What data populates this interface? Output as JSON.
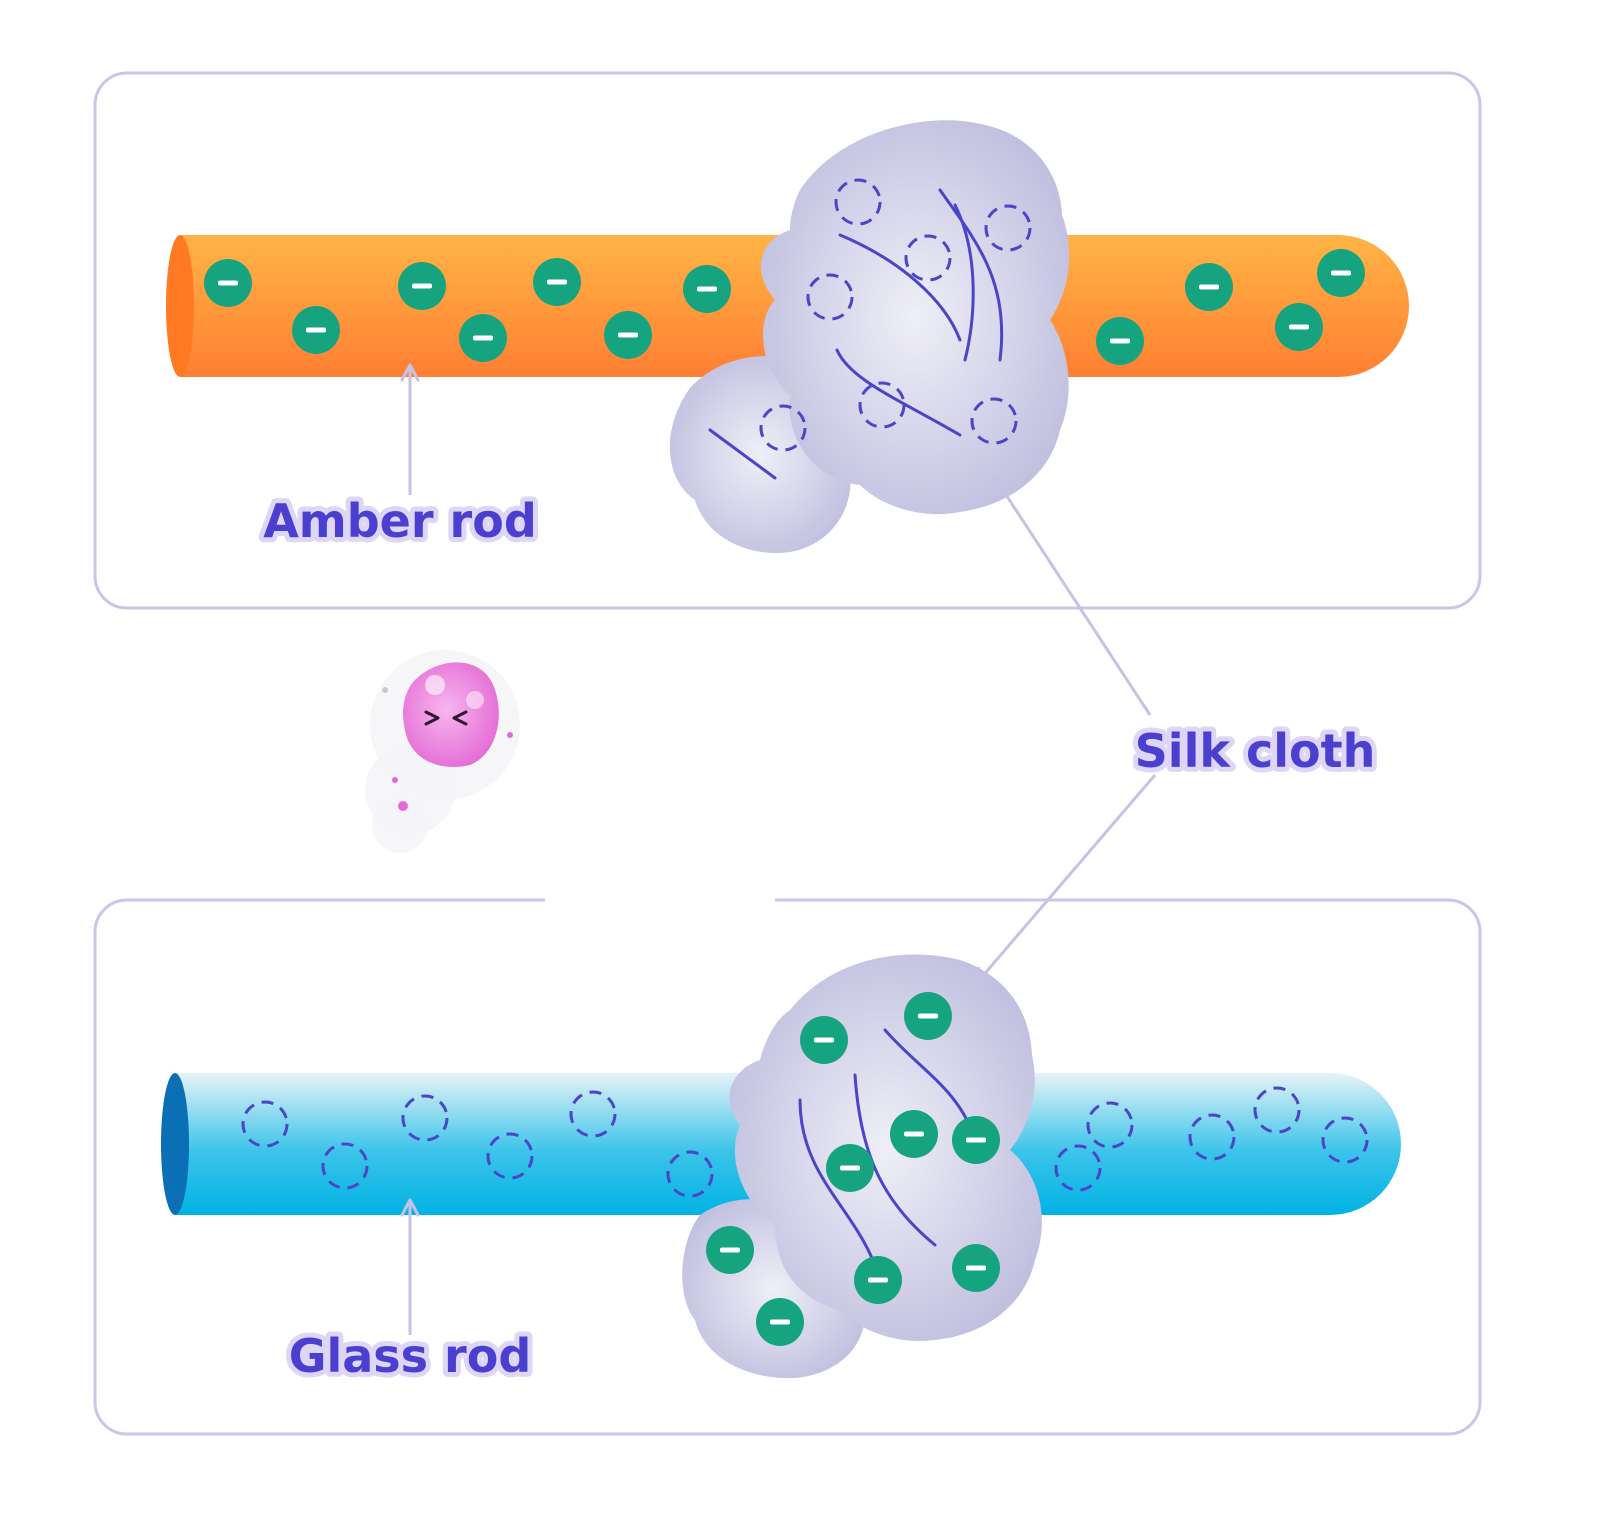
{
  "labels": {
    "amber_rod": "Amber rod",
    "silk_cloth": "Silk cloth",
    "glass_rod": "Glass rod"
  },
  "symbols": {
    "electron": "−"
  },
  "colors": {
    "panel_border": "#c9c6ea",
    "amber_light": "#ffb445",
    "amber_dark": "#ff7f33",
    "amber_end": "#ff7a22",
    "glass_light": "#e6f3f7",
    "glass_dark": "#00b2e3",
    "glass_end": "#0a6fb5",
    "cloth": "#c3c2e0",
    "electron": "#16a37f",
    "hole": "#4b45c8",
    "label": "#4a3fcf",
    "arrow": "#c5c2e6"
  },
  "icons": [
    "electron-icon",
    "empty-electron-site-icon",
    "mascot-icon",
    "arrow-icon"
  ]
}
